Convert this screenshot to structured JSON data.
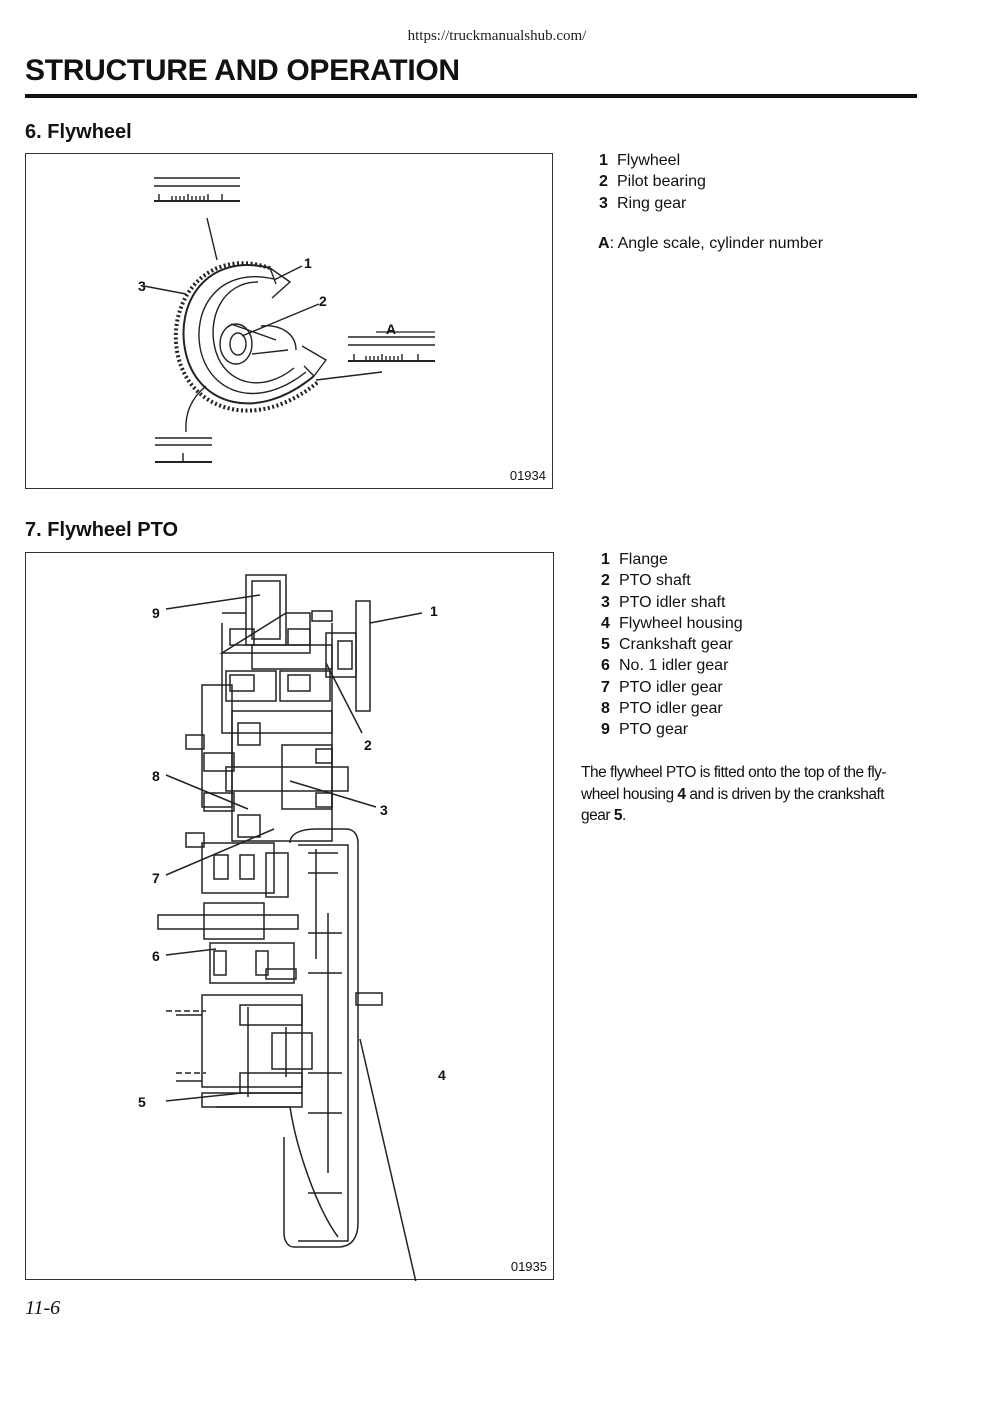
{
  "header": {
    "url": "https://truckmanualshub.com/"
  },
  "page": {
    "title": "STRUCTURE AND OPERATION",
    "page_number": "11-6"
  },
  "sections": [
    {
      "heading": "6.  Flywheel",
      "figure": {
        "code": "01934",
        "callouts": [
          "1",
          "2",
          "3",
          "A"
        ]
      },
      "legend": [
        {
          "num": "1",
          "label": "Flywheel"
        },
        {
          "num": "2",
          "label": "Pilot bearing"
        },
        {
          "num": "3",
          "label": "Ring gear"
        }
      ],
      "note": {
        "key": "A",
        "sep": ":",
        "text": " Angle scale, cylinder number"
      }
    },
    {
      "heading": "7.  Flywheel PTO",
      "figure": {
        "code": "01935",
        "callouts": [
          "1",
          "2",
          "3",
          "4",
          "5",
          "6",
          "7",
          "8",
          "9"
        ]
      },
      "legend": [
        {
          "num": "1",
          "label": "Flange"
        },
        {
          "num": "2",
          "label": "PTO shaft"
        },
        {
          "num": "3",
          "label": "PTO idler shaft"
        },
        {
          "num": "4",
          "label": "Flywheel housing"
        },
        {
          "num": "5",
          "label": "Crankshaft gear"
        },
        {
          "num": "6",
          "label": "No. 1 idler gear"
        },
        {
          "num": "7",
          "label": "PTO idler gear"
        },
        {
          "num": "8",
          "label": "PTO idler gear"
        },
        {
          "num": "9",
          "label": "PTO gear"
        }
      ],
      "description": {
        "part1": "The flywheel PTO is fitted onto the top of the fly-",
        "part2": "wheel housing ",
        "ref1": "4",
        "part3": " and is driven by the crankshaft",
        "part4": "gear ",
        "ref2": "5",
        "part5": "."
      }
    }
  ]
}
